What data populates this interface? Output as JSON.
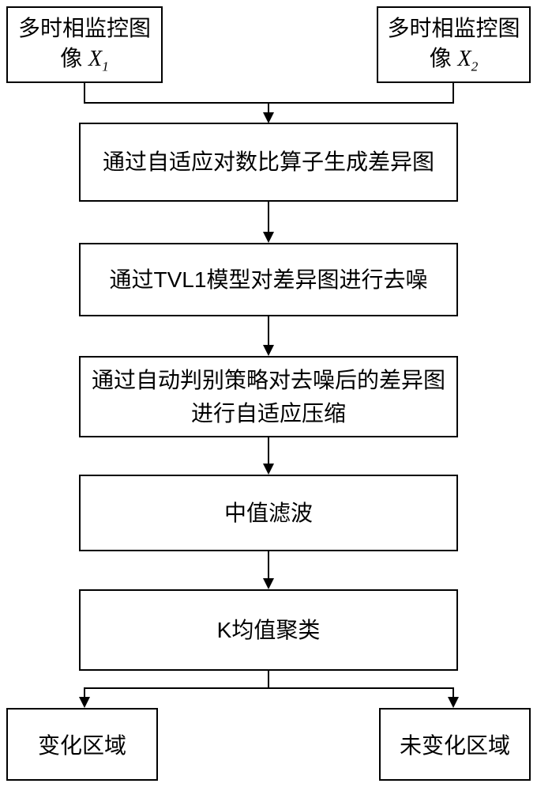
{
  "flowchart": {
    "inputs": [
      {
        "text": "多时相监控图像 ",
        "symbol": "X",
        "subscript": "1"
      },
      {
        "text": "多时相监控图像 ",
        "symbol": "X",
        "subscript": "2"
      }
    ],
    "steps": [
      {
        "label": "通过自适应对数比算子生成差异图"
      },
      {
        "label": "通过TVL1模型对差异图进行去噪"
      },
      {
        "label": "通过自动判别策略对去噪后的差异图进行自适应压缩"
      },
      {
        "label": "中值滤波"
      },
      {
        "label": "K均值聚类"
      }
    ],
    "outputs": [
      {
        "label": "变化区域"
      },
      {
        "label": "未变化区域"
      }
    ],
    "colors": {
      "line": "#000000",
      "box_border": "#000000",
      "background": "#ffffff",
      "text": "#000000"
    }
  }
}
